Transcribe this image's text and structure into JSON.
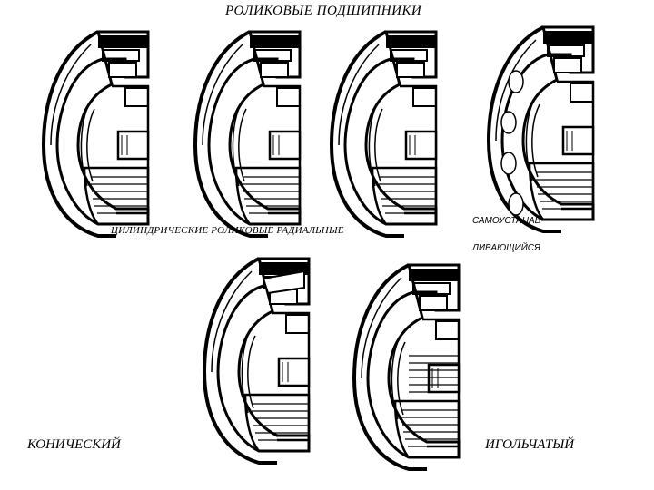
{
  "title": "РОЛИКОВЫЕ   ПОДШИПНИКИ",
  "labels": {
    "cylindrical": "ЦИЛИНДРИЧЕСКИЕ РОЛИКОВЫЕ РАДИАЛЬНЫЕ",
    "self_aligning_line1": "САМОУСТАНАВ-",
    "self_aligning_line2": "ЛИВАЮЩИЙСЯ",
    "conical": "КОНИЧЕСКИЙ",
    "needle": "ИГОЛЬЧАТЫЙ"
  }
}
